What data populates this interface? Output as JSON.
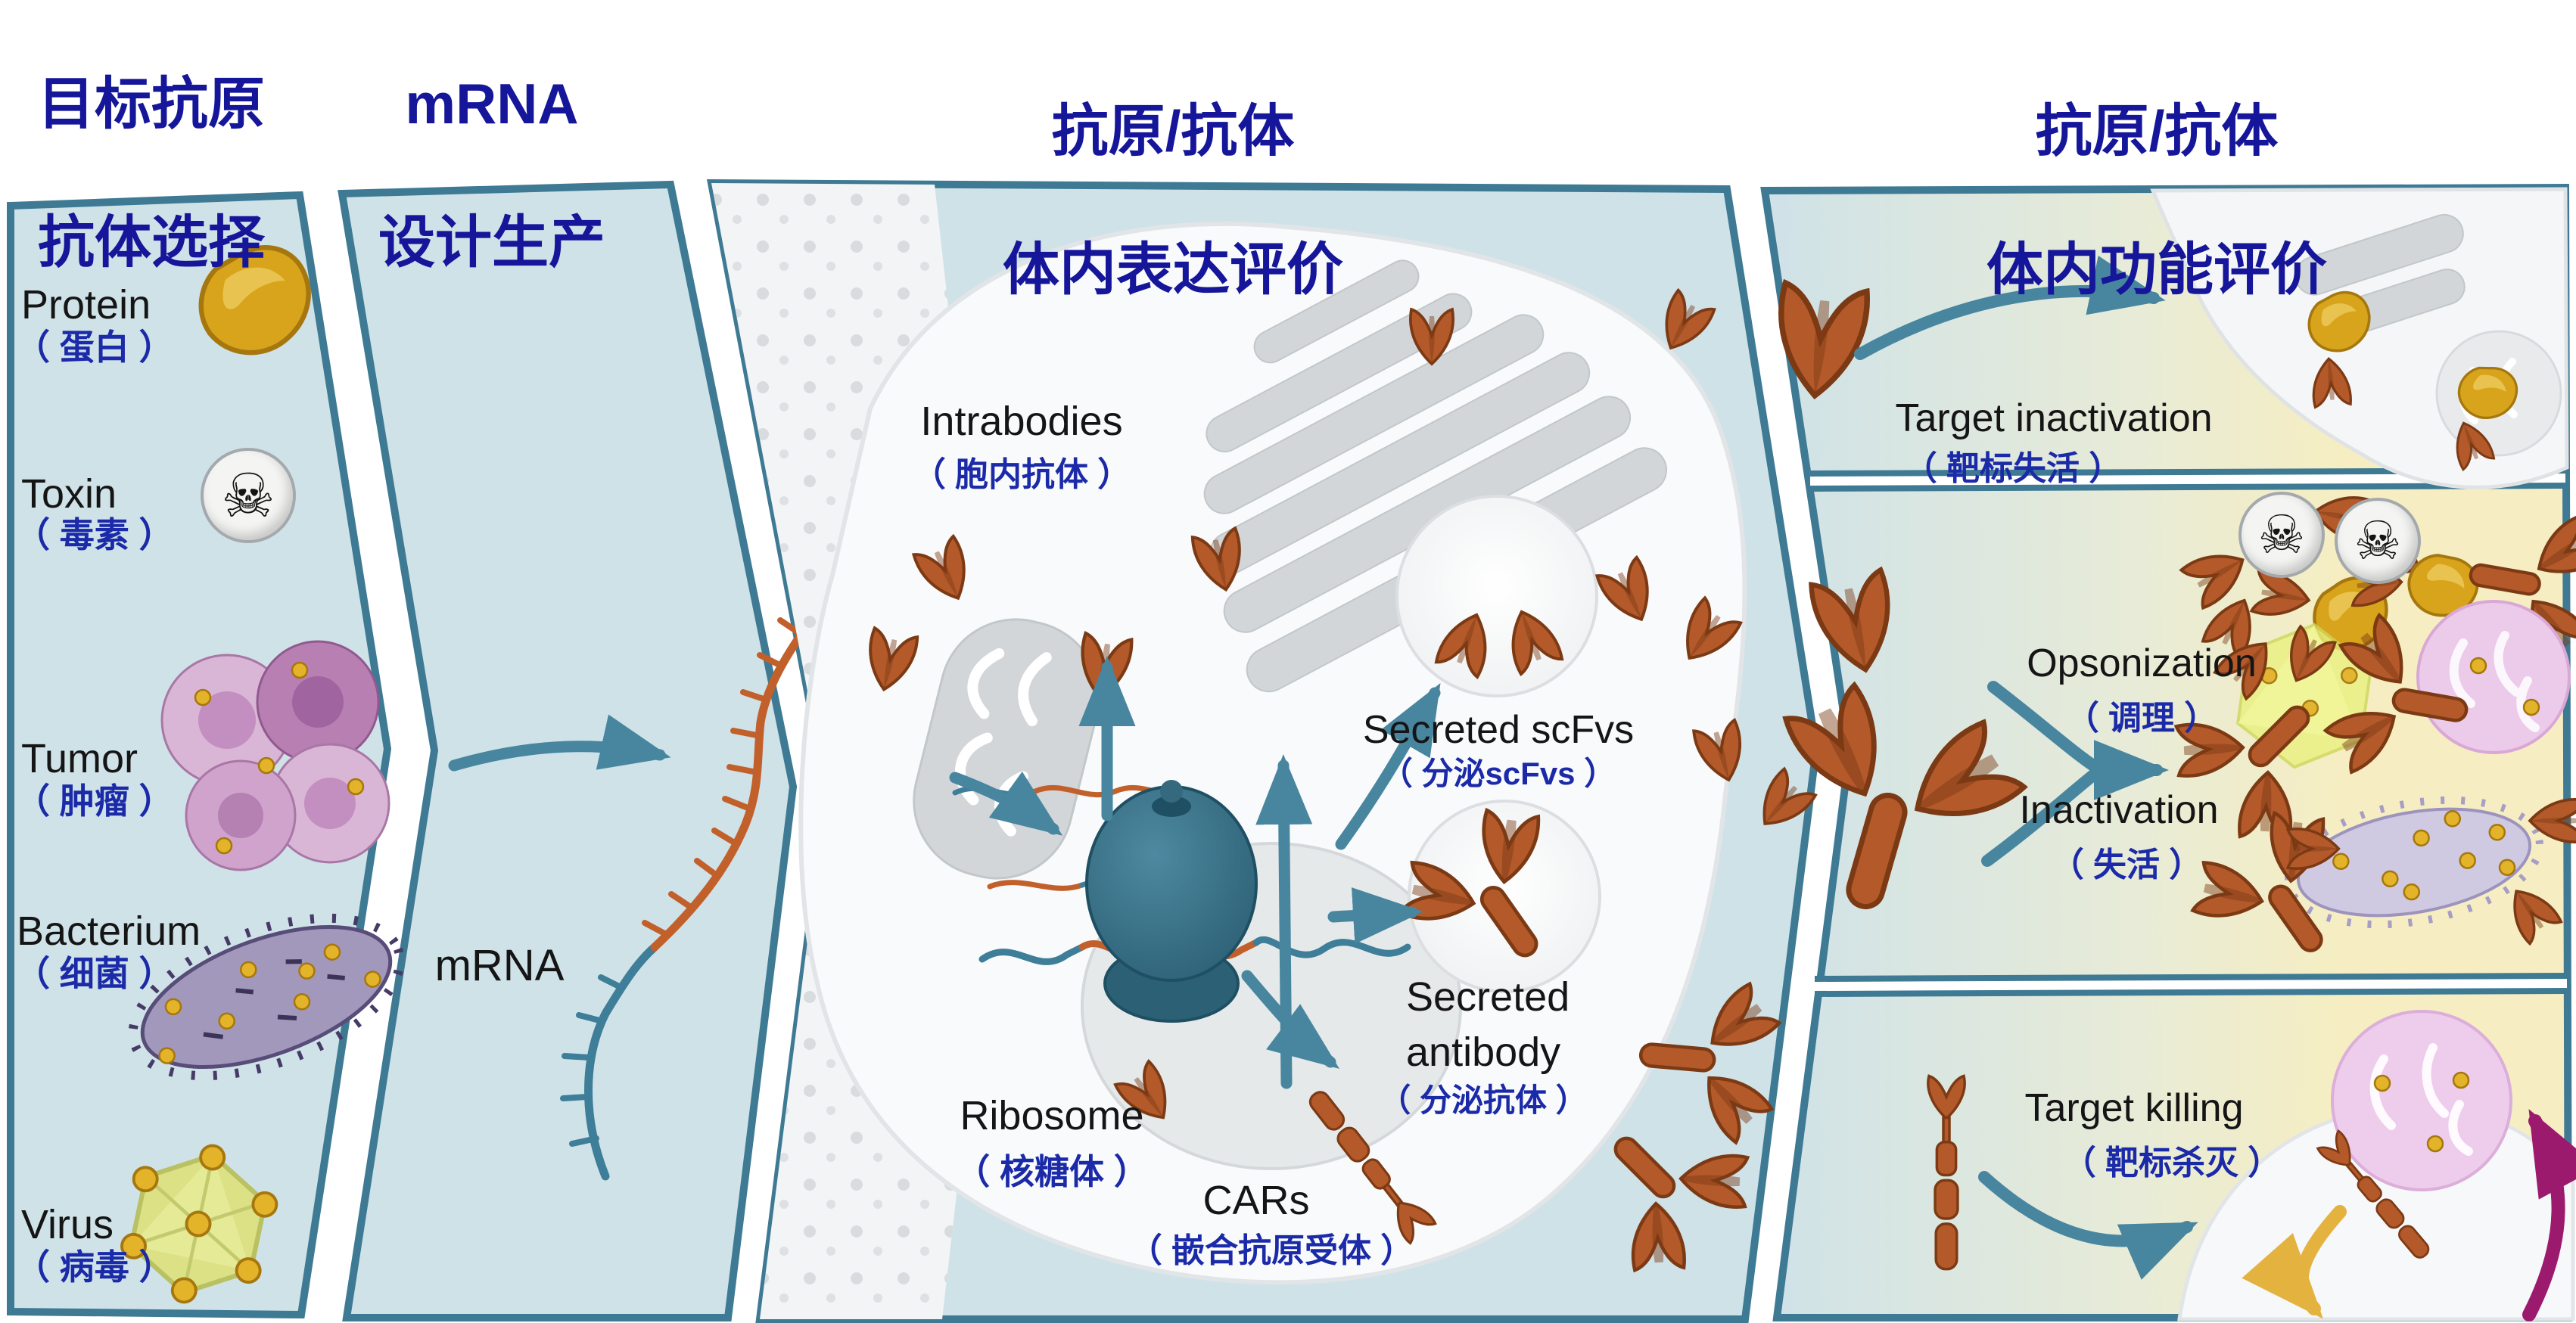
{
  "headers": [
    {
      "line1": "目标抗原",
      "line2": "抗体选择"
    },
    {
      "line1": "mRNA",
      "line2": "设计生产"
    },
    {
      "line1": "抗原/抗体",
      "line2": "体内表达评价"
    },
    {
      "line1": "抗原/抗体",
      "line2": "体内功能评价"
    }
  ],
  "panel1": {
    "items": [
      {
        "en": "Protein",
        "zh": "（ 蛋白 ）",
        "icon": "protein-blob-icon"
      },
      {
        "en": "Toxin",
        "zh": "（ 毒素 ）",
        "icon": "toxin-skull-icon"
      },
      {
        "en": "Tumor",
        "zh": "（ 肿瘤 ）",
        "icon": "tumor-cells-icon"
      },
      {
        "en": "Bacterium",
        "zh": "（ 细菌 ）",
        "icon": "bacterium-icon"
      },
      {
        "en": "Virus",
        "zh": "（ 病毒 ）",
        "icon": "virus-icosahedron-icon"
      }
    ]
  },
  "panel2": {
    "mrna_label": "mRNA"
  },
  "panel3": {
    "intrabodies": {
      "en": "Intrabodies",
      "zh": "（ 胞内抗体 ）"
    },
    "ribosome": {
      "en": "Ribosome",
      "zh": "（ 核糖体 ）"
    },
    "secreted_scfvs": {
      "en": "Secreted scFvs",
      "zh": "（ 分泌scFvs ）"
    },
    "secreted_antibody": {
      "en": "Secreted antibody",
      "zh": "（ 分泌抗体 ）"
    },
    "cars": {
      "en": "CARs",
      "zh": "（ 嵌合抗原受体 ）"
    }
  },
  "panel4": {
    "target_inactivation": {
      "en": "Target inactivation",
      "zh": "（ 靶标失活 ）"
    },
    "opsonization": {
      "en": "Opsonization",
      "zh": "（ 调理 ）"
    },
    "inactivation": {
      "en": "Inactivation",
      "zh": "（ 失活 ）"
    },
    "target_killing": {
      "en": "Target killing",
      "zh": "（ 靶标杀灭 ）"
    }
  },
  "icons": {
    "skull": "☠"
  },
  "colors": {
    "header_navy": "#15169a",
    "chinese_navy": "#1b2aa8",
    "panel_fill": "#cfe2e8",
    "panel_border": "#3e7a93",
    "panel4_yellow": "#f6eec2",
    "arrow_teal": "#4886a0",
    "antibody_orange": "#b3592a",
    "mrna_orange": "#c2602b",
    "mrna_teal": "#3e7e98",
    "gold_protein": "#d8a41c",
    "magenta_arrow": "#9c1a6e",
    "yellow_arrow": "#e4b23f"
  }
}
